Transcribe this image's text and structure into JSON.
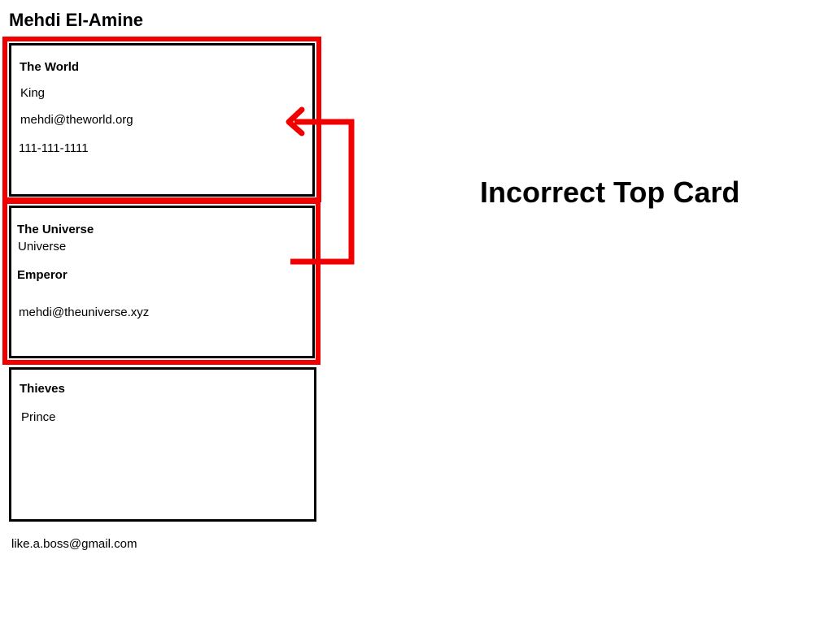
{
  "page_title": "Mehdi El-Amine",
  "cards": [
    {
      "org": "The World",
      "title": "King",
      "email": "mehdi@theworld.org",
      "phone": "111-111-1111"
    },
    {
      "org": "The Universe",
      "subtitle": "Universe",
      "title": "Emperor",
      "email": "mehdi@theuniverse.xyz"
    },
    {
      "org": "Thieves",
      "title": "Prince"
    }
  ],
  "footer_email": "like.a.boss@gmail.com",
  "annotation": "Incorrect Top Card",
  "colors": {
    "highlight": "#f20000",
    "card_border": "#000000",
    "background": "#ffffff"
  }
}
